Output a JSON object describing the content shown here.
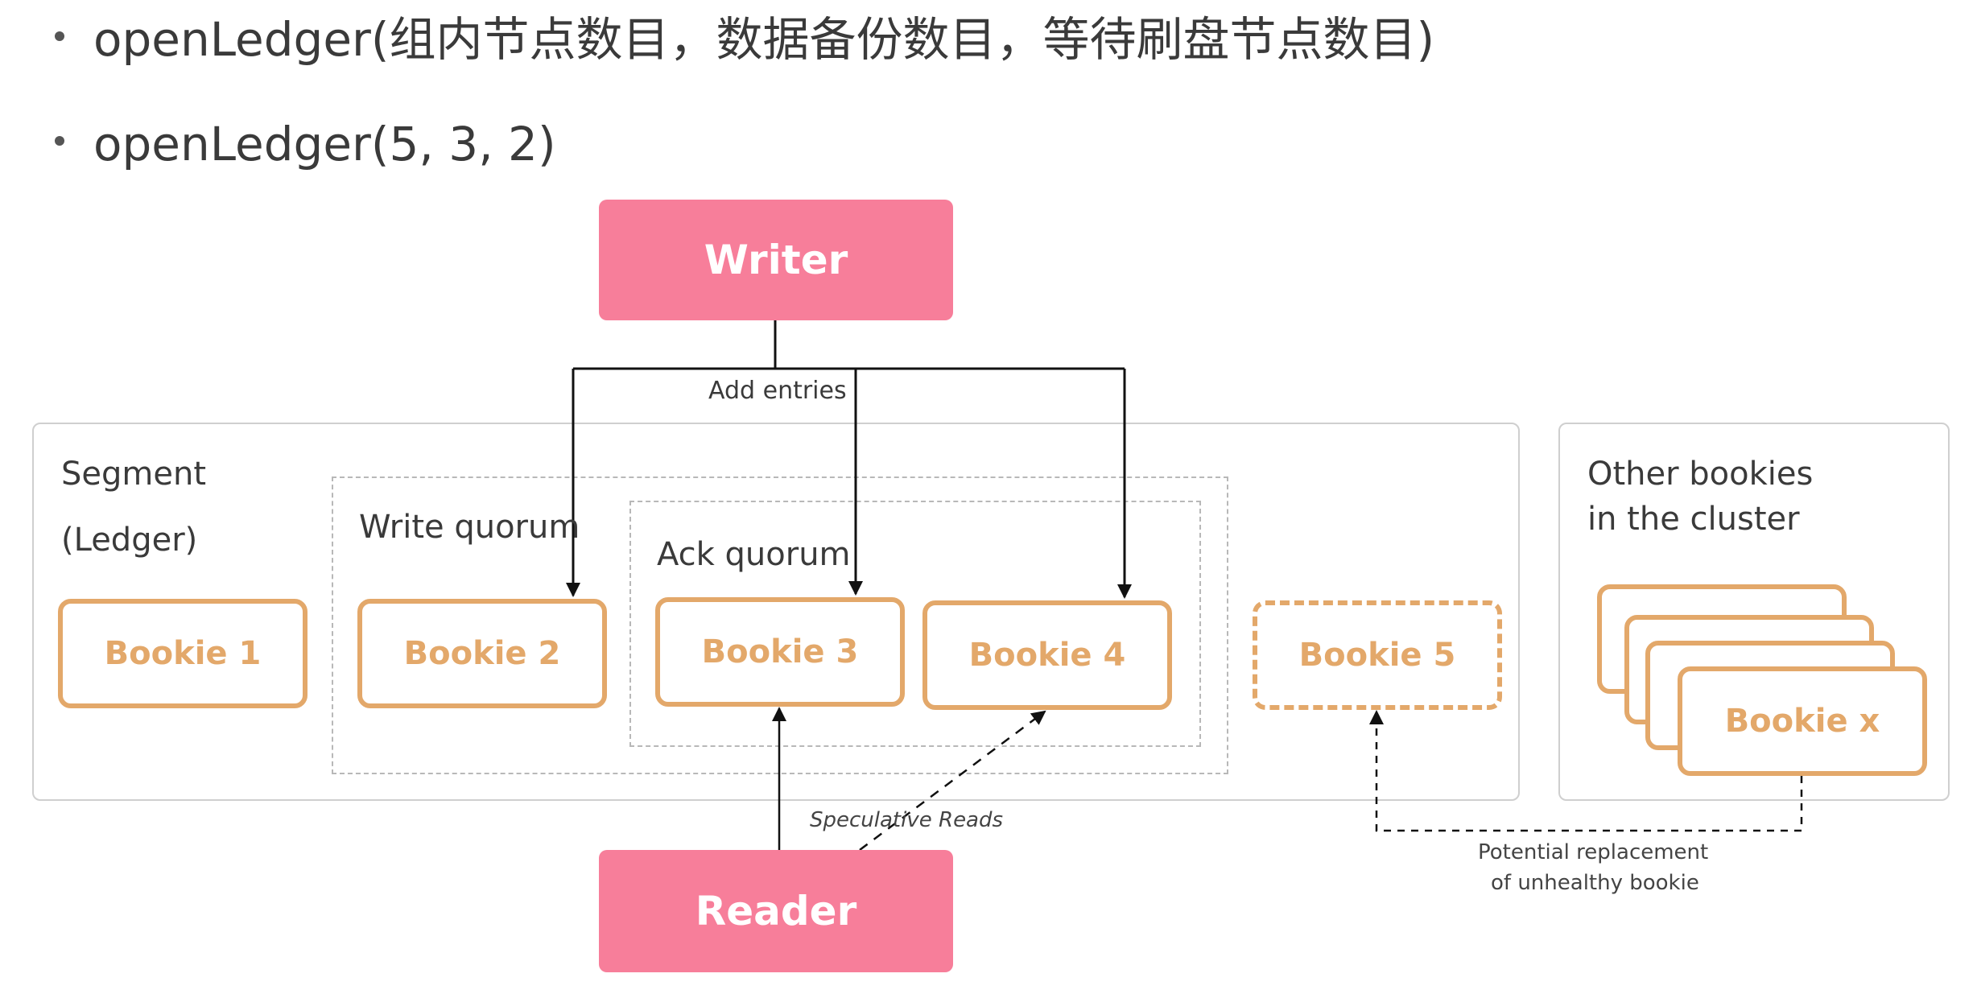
{
  "bullets": [
    "openLedger(组内节点数目，数据备份数目，等待刷盘节点数目)",
    "openLedger(5, 3, 2)"
  ],
  "writer": {
    "label": "Writer"
  },
  "reader": {
    "label": "Reader"
  },
  "add_entries_label": "Add entries",
  "segment": {
    "title": "Segment",
    "subtitle": "(Ledger)"
  },
  "write_quorum_label": "Write quorum",
  "ack_quorum_label": "Ack quorum",
  "bookies": [
    "Bookie 1",
    "Bookie 2",
    "Bookie 3",
    "Bookie 4",
    "Bookie 5"
  ],
  "other_bookies": {
    "line1": "Other bookies",
    "line2": "in the cluster",
    "bookie_x": "Bookie x"
  },
  "speculative_reads_label": "Speculative Reads",
  "replacement_label": {
    "line1": "Potential  replacement",
    "line2": "of unhealthy bookie"
  },
  "colors": {
    "pink": "#f77e9a",
    "orange": "#e3a86a",
    "gray_border": "#cfcfcf"
  }
}
